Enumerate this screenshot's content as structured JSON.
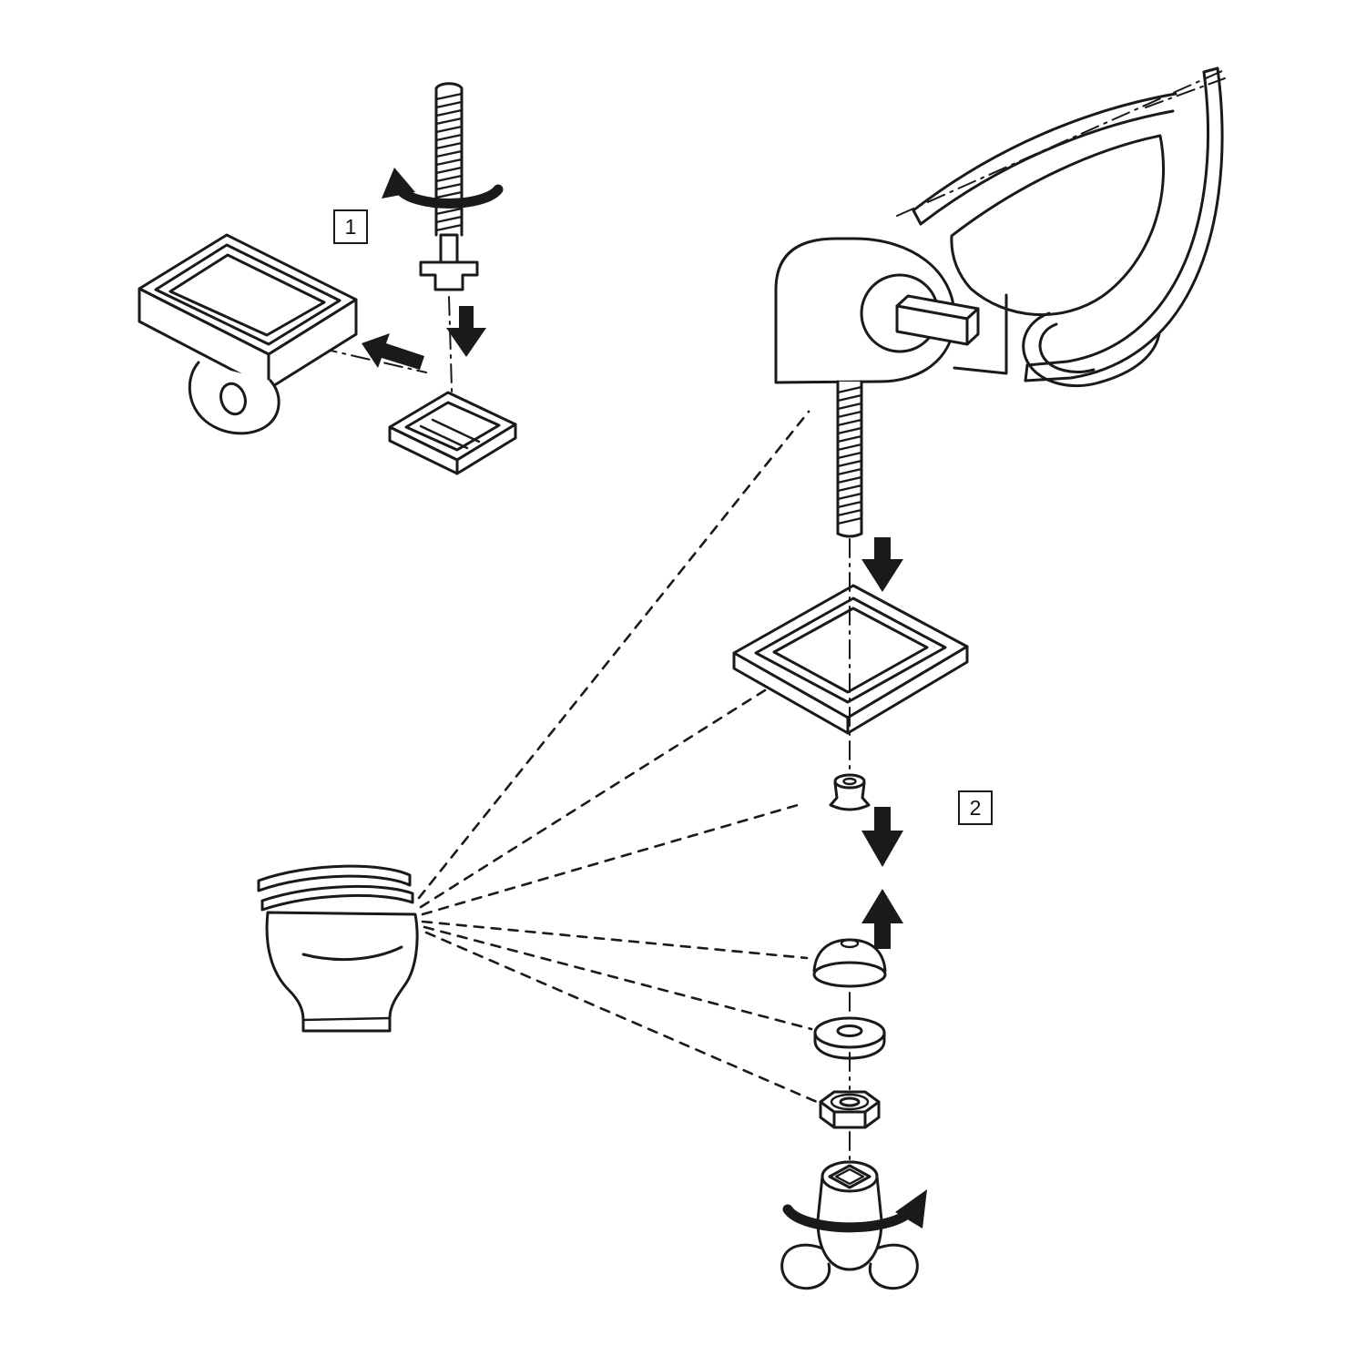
{
  "figure": {
    "background_color": "#ffffff",
    "line_color": "#1a1a1a",
    "steps": [
      {
        "id": 1,
        "label": "1"
      },
      {
        "id": 2,
        "label": "2"
      }
    ],
    "parts": [
      "hinge-bracket",
      "fixing-bolt",
      "slotted-nut-plate",
      "seat-hinge-post",
      "seat-corner",
      "rubber-gasket-plate",
      "ferrule",
      "dome-washer",
      "flat-washer",
      "hex-nut",
      "wing-nut",
      "toilet-bowl"
    ]
  }
}
